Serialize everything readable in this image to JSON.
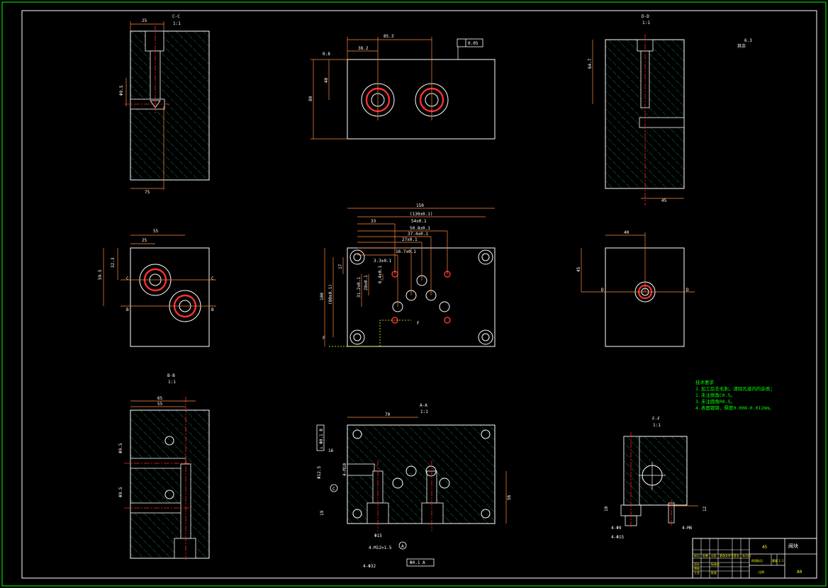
{
  "colors": {
    "background": "#000000",
    "border": "#00ff00",
    "outline": "#ffffff",
    "hatch": "#00a86b",
    "dimension": "#ff8a3d",
    "centerline": "#ff2020",
    "text_green": "#00ff00",
    "text_yellow": "#ffff00"
  },
  "views": {
    "cc": {
      "title": "C-C",
      "scale": "1:1",
      "dim_top": "25",
      "dim_bottom": "75",
      "dim_diameter": "Φ9.5"
    },
    "top": {
      "dim_853": "85.3",
      "dim_382": "38.2",
      "dim_40": "40",
      "dim_80": "80",
      "flatness": "0.05",
      "roughness": "0.8"
    },
    "dd": {
      "title": "D-D",
      "scale": "1:1",
      "dim_647": "64.7",
      "dim_45": "45"
    },
    "roughness_note": {
      "value": "6.3",
      "suffix": "其余"
    },
    "left_mid": {
      "dim_55": "55",
      "dim_25": "25",
      "dim_323": "32.3",
      "dim_595": "59.5",
      "label_c": "C",
      "label_b": "B",
      "label_c2": "C",
      "label_b2": "B"
    },
    "center": {
      "dim_150": "150",
      "dim_130": "(130±0.1)",
      "dim_33": "33",
      "dim_54": "54±0.1",
      "dim_50": "50.8±0.1",
      "dim_37": "37.4±0.1",
      "dim_27": "27±0.1",
      "dim_167": "16.7±0.1",
      "dim_33b": "3.3±0.1",
      "dim_100": "100",
      "dim_80": "(80±0.1)",
      "dim_17": "17",
      "dim_28": "28±0.1",
      "dim_312": "31.2±0.1",
      "dim_64": "6.4±0.1",
      "label_f": "F",
      "label_f2": "F"
    },
    "right_mid": {
      "dim_40": "40",
      "dim_45": "45",
      "label_d": "D",
      "label_d2": "D"
    },
    "bb": {
      "title": "B-B",
      "scale": "1:1",
      "dim_65": "65",
      "dim_55": "55",
      "dim_d1": "Φ9.5",
      "dim_d2": "Φ9.5"
    },
    "aa": {
      "title": "A-A",
      "scale": "1:1",
      "dim_70": "70",
      "dim_56": "56",
      "dim_16": "16",
      "dim_19": "19",
      "tol_box": "⊥ Φ0.1 B",
      "tol_box2": "Φ0.1 A",
      "note_1": "4-M12×1.5",
      "note_2": "4-Φ32",
      "note_3": "Φ15",
      "note_4": "4-M10",
      "note_5": "Φ12.5",
      "label_a": "A",
      "label_c": "C"
    },
    "ff": {
      "title": "F-F",
      "scale": "1:1",
      "note_1": "4-Φ9",
      "note_2": "4-Φ15",
      "note_3": "4-M6",
      "dim_12": "12",
      "dim_10": "10"
    }
  },
  "tech_requirements": {
    "title": "技术要求",
    "items": [
      "1.加工后去毛刺，清除孔道内的杂质；",
      "2.未注倒角C0.5。",
      "3.未注圆角R0.5。",
      "4.表面镀铬，厚度0.008-0.012mm。"
    ]
  },
  "title_block": {
    "name": "阀块",
    "material": "45",
    "size": "A0",
    "ratio": "1:1",
    "labels": [
      "标记",
      "处数",
      "分区",
      "更改文件号",
      "签名",
      "年月日",
      "设计",
      "标准化",
      "审核",
      "工艺",
      "批准",
      "阶段标记",
      "重量",
      "比例"
    ]
  }
}
